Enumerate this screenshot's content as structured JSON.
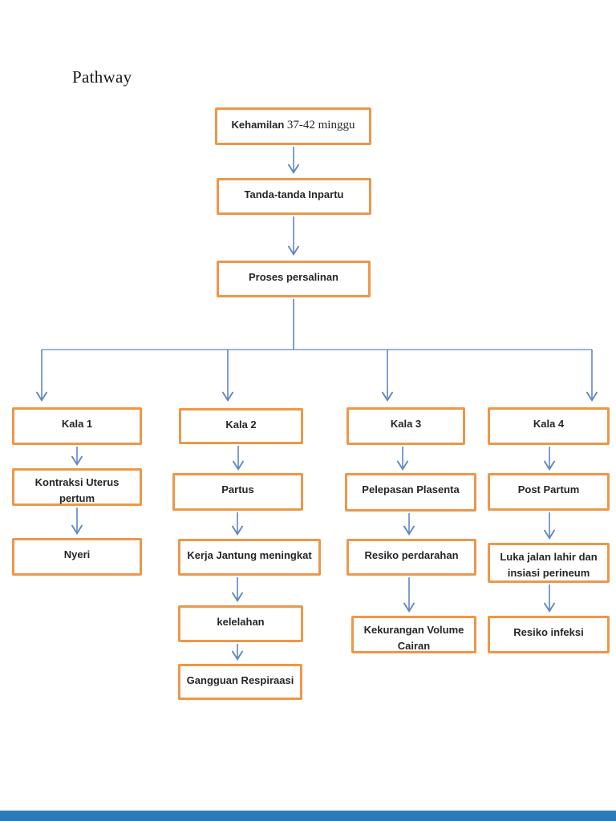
{
  "page": {
    "title": "Pathway"
  },
  "colors": {
    "box_border": "#ED9749",
    "connector": "#5F87C5",
    "text": "#262626",
    "footer_bar": "#2A7AB9"
  },
  "diagram": {
    "nodes": {
      "kehamilan_bold": "Kehamilan",
      "kehamilan_serif": "37-42 minggu",
      "tanda": "Tanda-tanda Inpartu",
      "proses": "Proses persalinan",
      "kala1": "Kala 1",
      "kontraksi": "Kontraksi Uterus pertum",
      "nyeri": "Nyeri",
      "kala2": "Kala 2",
      "partus": "Partus",
      "kerja": "Kerja Jantung meningkat",
      "kelelahan": "kelelahan",
      "gangguan": "Gangguan Respiraasi",
      "kala3": "Kala 3",
      "pelepasan": "Pelepasan Plasenta",
      "resiko_perdarahan": "Resiko perdarahan",
      "kekurangan": "Kekurangan Volume Cairan",
      "kala4": "Kala 4",
      "post_partum": "Post Partum",
      "luka": "Luka jalan lahir dan insiasi perineum",
      "resiko_infeksi": "Resiko infeksi"
    }
  }
}
